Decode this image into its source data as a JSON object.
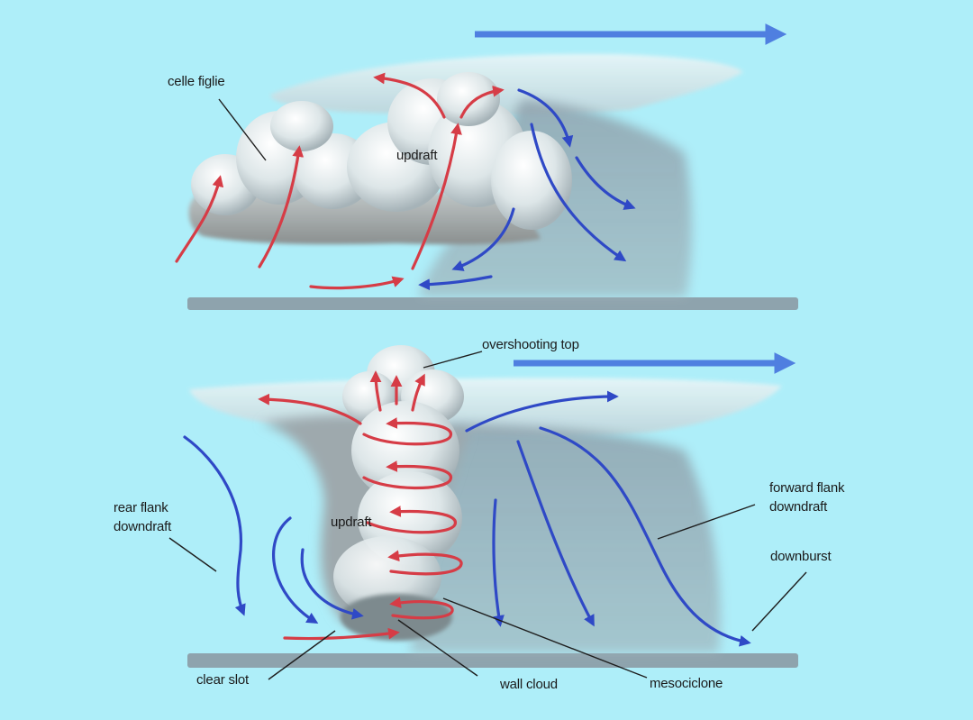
{
  "labels": {
    "celle_figlie": "celle figlie",
    "updraft_top": "updraft",
    "overshooting_top": "overshooting top",
    "rear_flank": [
      "rear flank",
      "downdraft"
    ],
    "updraft_bottom": "updraft",
    "forward_flank": [
      "forward flank",
      "downdraft"
    ],
    "downburst": "downburst",
    "clear_slot": "clear slot",
    "wall_cloud": "wall cloud",
    "mesociclone": "mesociclone"
  },
  "colors": {
    "background": "#aeeef9",
    "updraft_arrow": "#d63c46",
    "downdraft_arrow": "#2f49c6",
    "wind_arrow": "#4f7fe0",
    "ground": "#8ea3ad",
    "leader_line": "#1e1e1e"
  }
}
